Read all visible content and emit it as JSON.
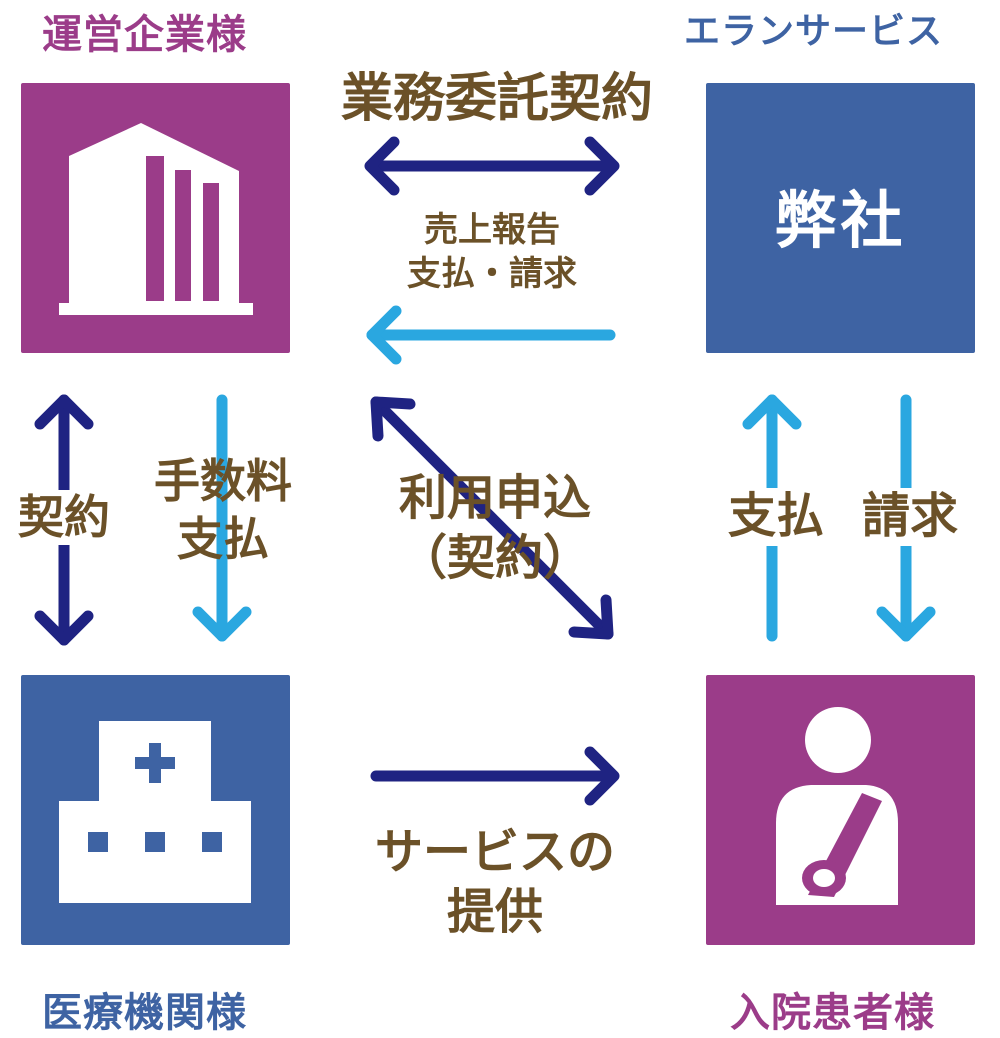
{
  "colors": {
    "purple": "#9b3c89",
    "blue": "#3e63a3",
    "navy_arrow": "#1f2382",
    "light_arrow": "#2aa7e0",
    "text_brown": "#6b5128"
  },
  "parties": {
    "operator": {
      "label": "運営企業様",
      "icon": "office-building-icon"
    },
    "company": {
      "label": "エランサービス",
      "box_text": "弊社"
    },
    "medical": {
      "label": "医療機関様",
      "icon": "hospital-icon"
    },
    "patient": {
      "label": "入院患者様",
      "icon": "patient-arm-sling-icon"
    }
  },
  "flows": {
    "top": {
      "title": "業務委託契約",
      "sub_line1": "売上報告",
      "sub_line2": "支払・請求"
    },
    "left": {
      "contract": "契約",
      "fee_line1": "手数料",
      "fee_line2": "支払"
    },
    "center": {
      "line1": "利用申込",
      "line2": "（契約）"
    },
    "right": {
      "pay": "支払",
      "bill": "請求"
    },
    "bottom": {
      "line1": "サービスの",
      "line2": "提供"
    }
  }
}
